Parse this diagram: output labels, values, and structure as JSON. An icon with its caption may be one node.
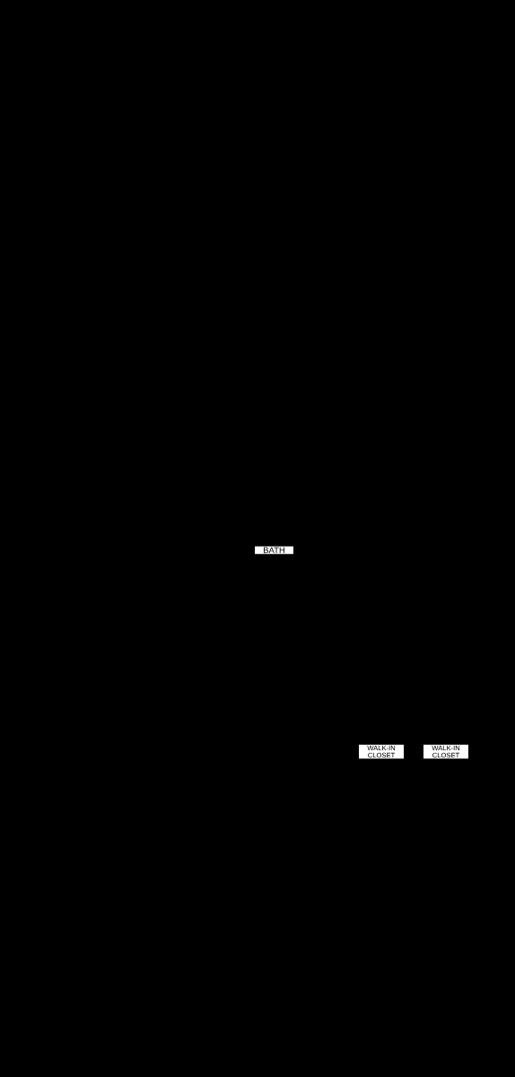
{
  "diagram": {
    "nodes": [
      {
        "text": [
          "BATH"
        ]
      },
      {
        "text": [
          "WALK-IN CLOSET"
        ]
      },
      {
        "text": [
          "WALK-IN CLOSET"
        ]
      }
    ]
  }
}
